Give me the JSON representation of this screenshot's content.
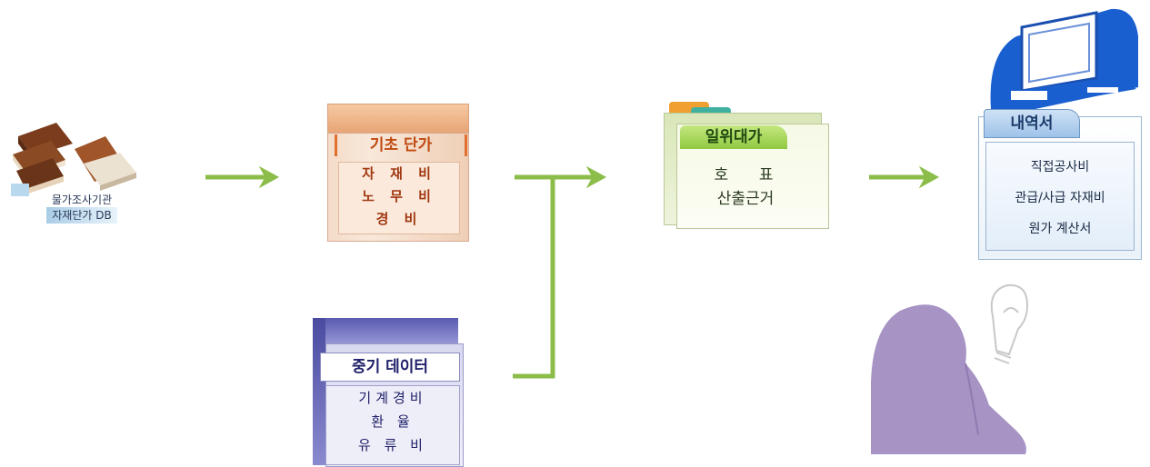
{
  "source_db": {
    "line1": "물가조사기관",
    "line2": "자재단가 DB"
  },
  "base_price": {
    "title": "기초 단가",
    "items": [
      "자 재 비",
      "노 무 비",
      "경    비"
    ]
  },
  "equipment_data": {
    "title": "중기 데이터",
    "items": [
      "기계경비",
      "환    율",
      "유 류 비"
    ]
  },
  "unit_price": {
    "title": "일위대가",
    "item1a": "호",
    "item1b": "표",
    "item2": "산출근거"
  },
  "statement": {
    "title": "내역서",
    "items": [
      "직접공사비",
      "관급/사급 자재비",
      "원가 계산서"
    ]
  },
  "colors": {
    "arrow": "#8cbd4a",
    "person": "#a793c4"
  },
  "icons": [
    "books-icon",
    "computer-icon",
    "person-silhouette-icon",
    "lightbulb-icon"
  ]
}
